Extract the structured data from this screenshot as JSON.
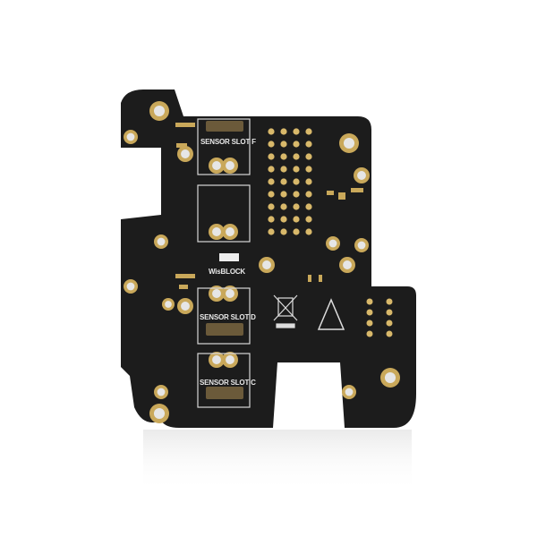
{
  "board": {
    "labels": {
      "slot_f": "SENSOR SLOT F",
      "wisblock": "WisBLOCK",
      "slot_d": "SENSOR SLOT D",
      "slot_c": "SENSOR SLOT C"
    },
    "colors": {
      "pcb": "#1c1c1c",
      "gold": "#c9a85a",
      "silk": "#e0e0e0"
    }
  }
}
